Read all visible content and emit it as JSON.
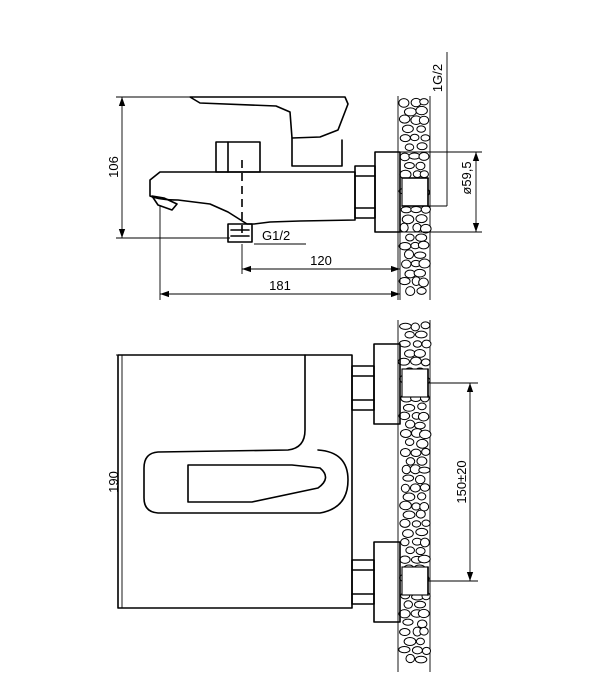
{
  "dimensions": {
    "height_106": "106",
    "thread_g12": "G1/2",
    "length_120": "120",
    "length_181": "181",
    "thread_1g12": "1G/2",
    "diameter_595": "ø59,5",
    "height_190": "190",
    "spacing_150": "150±20"
  },
  "colors": {
    "line": "#000000",
    "background": "#ffffff"
  }
}
